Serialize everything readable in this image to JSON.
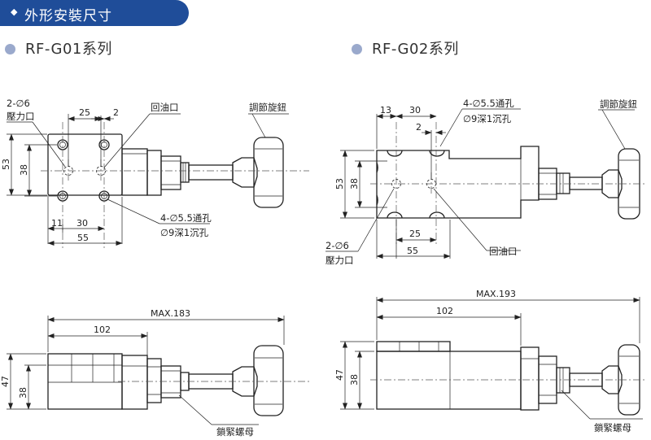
{
  "header": {
    "title": "外形安裝尺寸"
  },
  "series": {
    "left": "RF-G01系列",
    "right": "RF-G02系列"
  },
  "g01_top": {
    "port_holes": "2-∅6",
    "pressure_port": "壓力口",
    "return_port": "回油口",
    "adjust_knob": "調節旋鈕",
    "mount_holes": "4-∅5.5通孔",
    "counterbore": "∅9深1沉孔",
    "dims": {
      "d25": "25",
      "d2": "2",
      "d53": "53",
      "d38": "38",
      "d11": "11",
      "d30": "30",
      "d55": "55"
    }
  },
  "g02_top": {
    "port_holes": "2-∅6",
    "pressure_port": "壓力口",
    "return_port": "回油口",
    "adjust_knob": "調節旋鈕",
    "mount_holes": "4-∅5.5通孔",
    "counterbore": "∅9深1沉孔",
    "dims": {
      "d13": "13",
      "d30": "30",
      "d2": "2",
      "d53": "53",
      "d38": "38",
      "d25": "25",
      "d55": "55"
    }
  },
  "g01_side": {
    "lock_nut": "鎖緊螺母",
    "dims": {
      "max": "MAX.183",
      "d102": "102",
      "d47": "47",
      "d38": "38"
    }
  },
  "g02_side": {
    "lock_nut": "鎖緊螺母",
    "dims": {
      "max": "MAX.193",
      "d102": "102",
      "d47": "47",
      "d38": "38"
    }
  }
}
